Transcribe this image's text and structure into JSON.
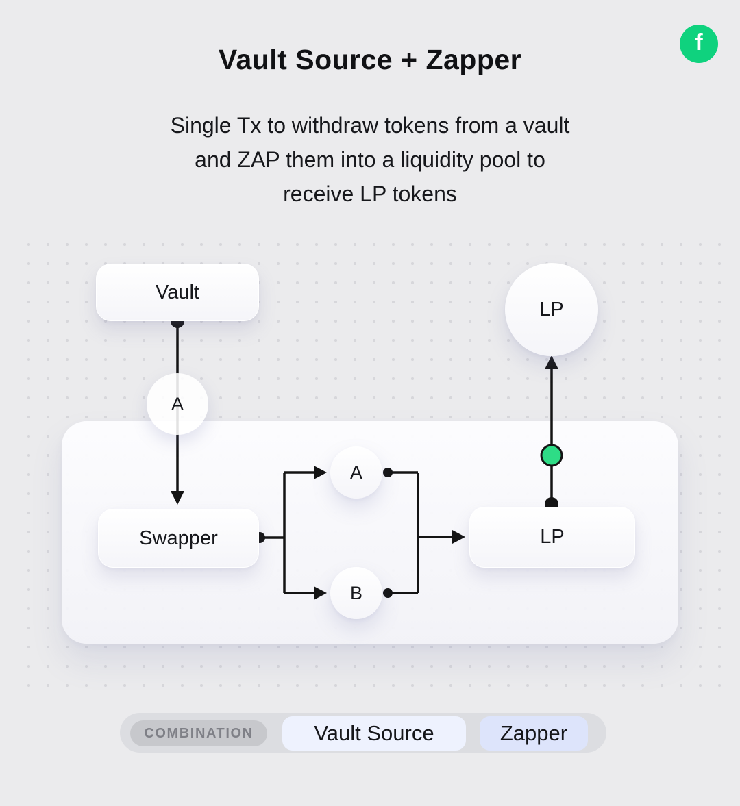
{
  "header": {
    "title": "Vault Source + Zapper",
    "subtitle_lines": [
      "Single Tx to withdraw tokens from a vault",
      "and ZAP them into a liquidity pool to",
      "receive LP tokens"
    ]
  },
  "logo": {
    "glyph": "f",
    "brand_color": "#0fd27e"
  },
  "diagram": {
    "nodes": {
      "vault": "Vault",
      "token_a_overlay": "A",
      "swapper": "Swapper",
      "token_a": "A",
      "token_b": "B",
      "lp_pool": "LP",
      "lp_token": "LP"
    },
    "flow": "Vault -> A -> Swapper -> (A, B) -> LP pool -> LP token",
    "accent_green": "#2edc86",
    "line_color": "#141414"
  },
  "footer": {
    "combination": "COMBINATION",
    "tags": [
      "Vault Source",
      "Zapper"
    ]
  }
}
